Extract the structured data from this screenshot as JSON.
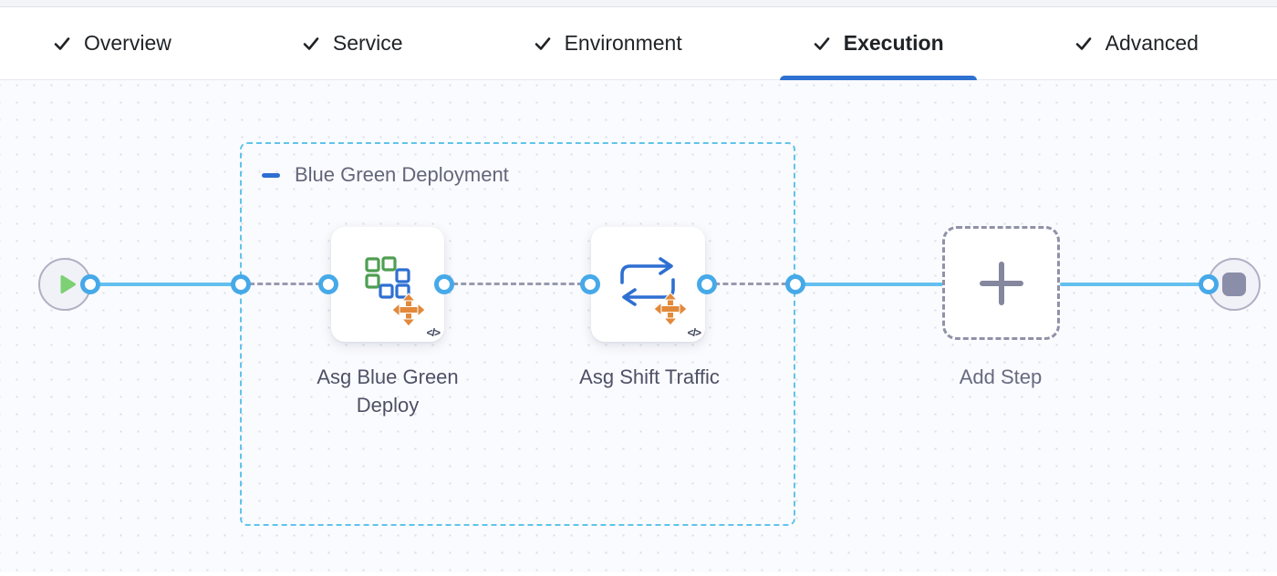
{
  "tabs": {
    "items": [
      {
        "label": "Overview",
        "active": false
      },
      {
        "label": "Service",
        "active": false
      },
      {
        "label": "Environment",
        "active": false
      },
      {
        "label": "Execution",
        "active": true
      },
      {
        "label": "Advanced",
        "active": false
      }
    ],
    "check_icon": "checkmark"
  },
  "canvas": {
    "group": {
      "label": "Blue Green Deployment",
      "collapse_icon": "minus-icon"
    },
    "steps": [
      {
        "label": "Asg Blue Green Deploy",
        "icon": "asg-blue-green-deploy-icon"
      },
      {
        "label": "Asg Shift Traffic",
        "icon": "asg-shift-traffic-icon"
      }
    ],
    "add_step_label": "Add Step",
    "code_glyph": "</>",
    "start_icon": "play",
    "end_icon": "stop"
  },
  "colors": {
    "active_tab_underline": "#2e71d0",
    "edge_blue": "#63c0ef",
    "port_ring": "#46a9e8",
    "group_border": "#5fc4ea",
    "icon_orange": "#e2893b",
    "icon_green": "#4f9e52",
    "icon_blue": "#2e6fd2",
    "play_green": "#7dd073",
    "stop_gray": "#8b8ea8"
  }
}
